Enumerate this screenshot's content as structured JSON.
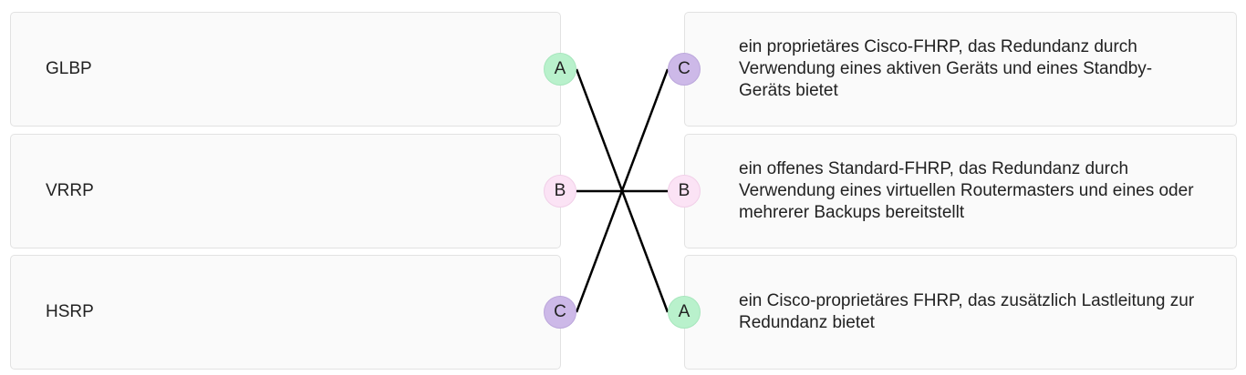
{
  "left_items": [
    {
      "term": "GLBP",
      "badge": "A"
    },
    {
      "term": "VRRP",
      "badge": "B"
    },
    {
      "term": "HSRP",
      "badge": "C"
    }
  ],
  "right_items": [
    {
      "badge": "C",
      "description": "ein proprietäres Cisco-FHRP, das Redundanz durch Verwendung eines aktiven Geräts und eines Standby-Geräts bietet"
    },
    {
      "badge": "B",
      "description": "ein offenes Standard-FHRP, das Redundanz durch Verwendung eines virtuellen Routermasters und eines oder mehrerer Backups bereitstellt"
    },
    {
      "badge": "A",
      "description": "ein Cisco-proprietäres FHRP, das zusätzlich Lastleitung zur Redundanz bietet"
    }
  ],
  "colors": {
    "A": "#b9f1cc",
    "B": "#fbe3f5",
    "C": "#cdb9e8",
    "line": "#000000"
  }
}
